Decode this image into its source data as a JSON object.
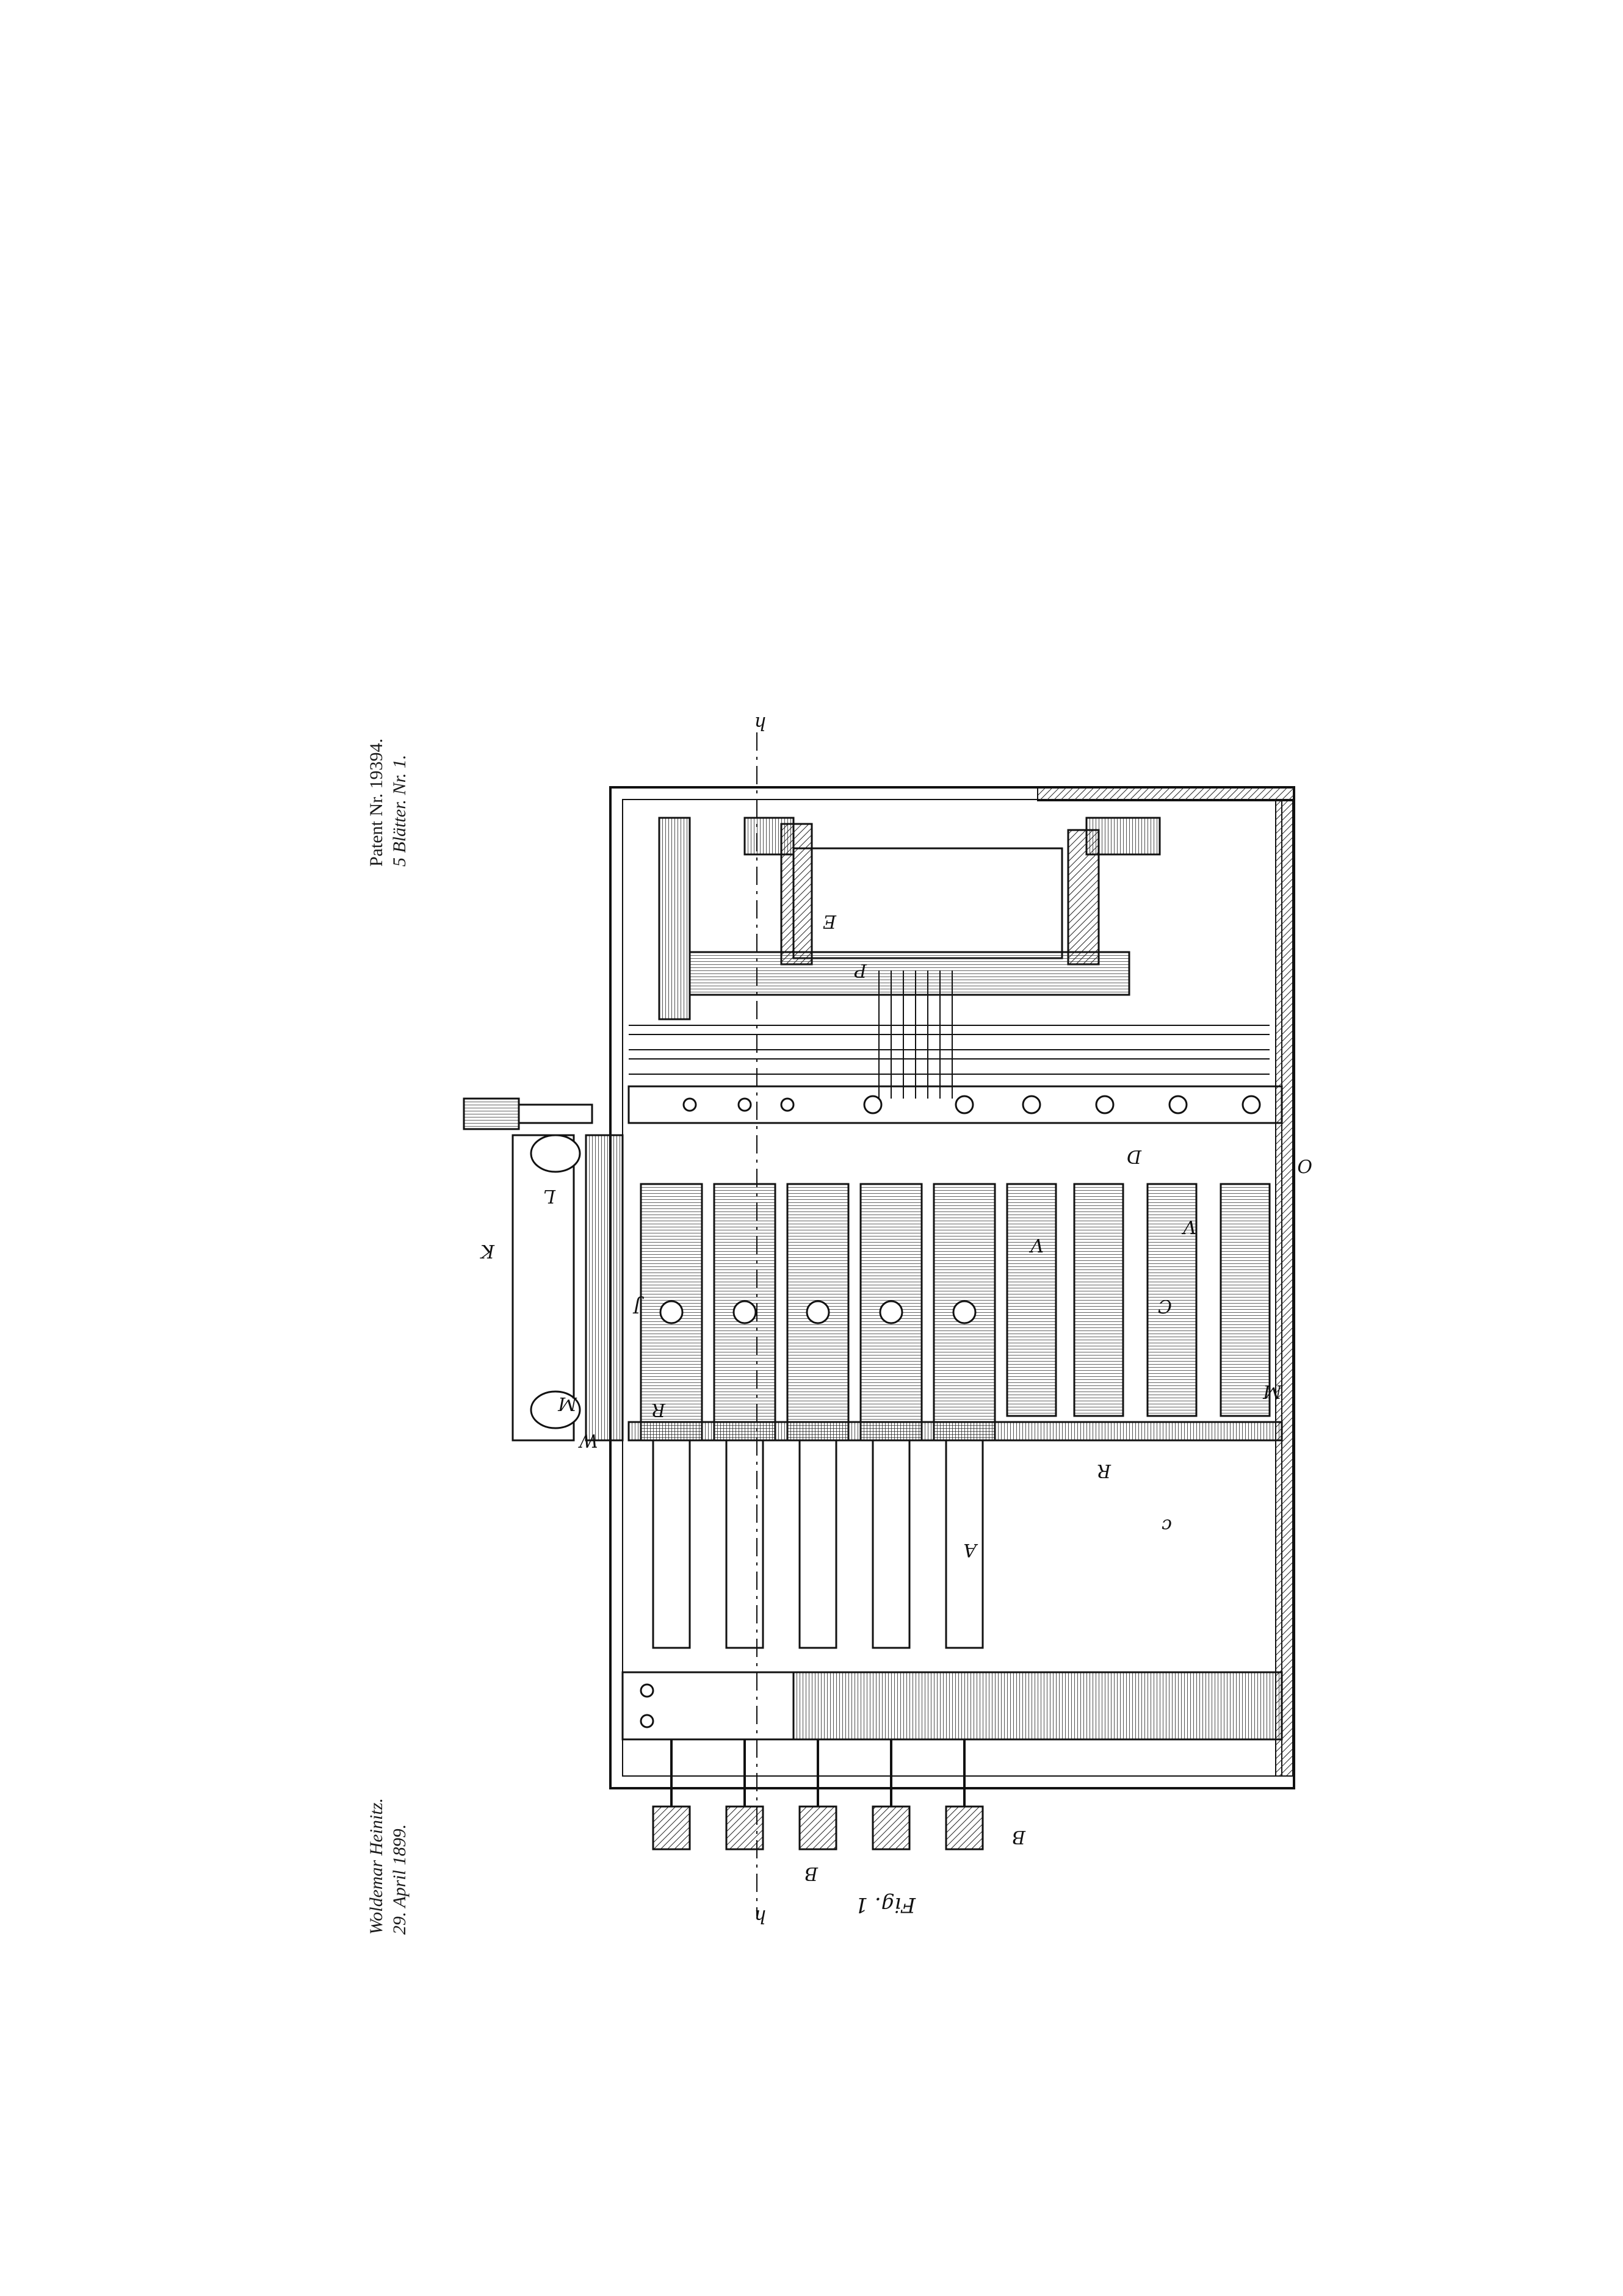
{
  "header": {
    "patent_number": "Patent Nr. 19394.",
    "sheet": "5 Blätter. Nr. 1."
  },
  "inventor": {
    "name": "Woldemar Heinitz.",
    "date": "29. April 1899."
  },
  "figure": {
    "caption": "Fig. 1",
    "labels": [
      "h",
      "h",
      "B",
      "B",
      "K",
      "L",
      "J",
      "M",
      "M",
      "W",
      "O",
      "D",
      "E",
      "V",
      "V",
      "R",
      "R",
      "C",
      "c",
      "P",
      "A"
    ]
  }
}
